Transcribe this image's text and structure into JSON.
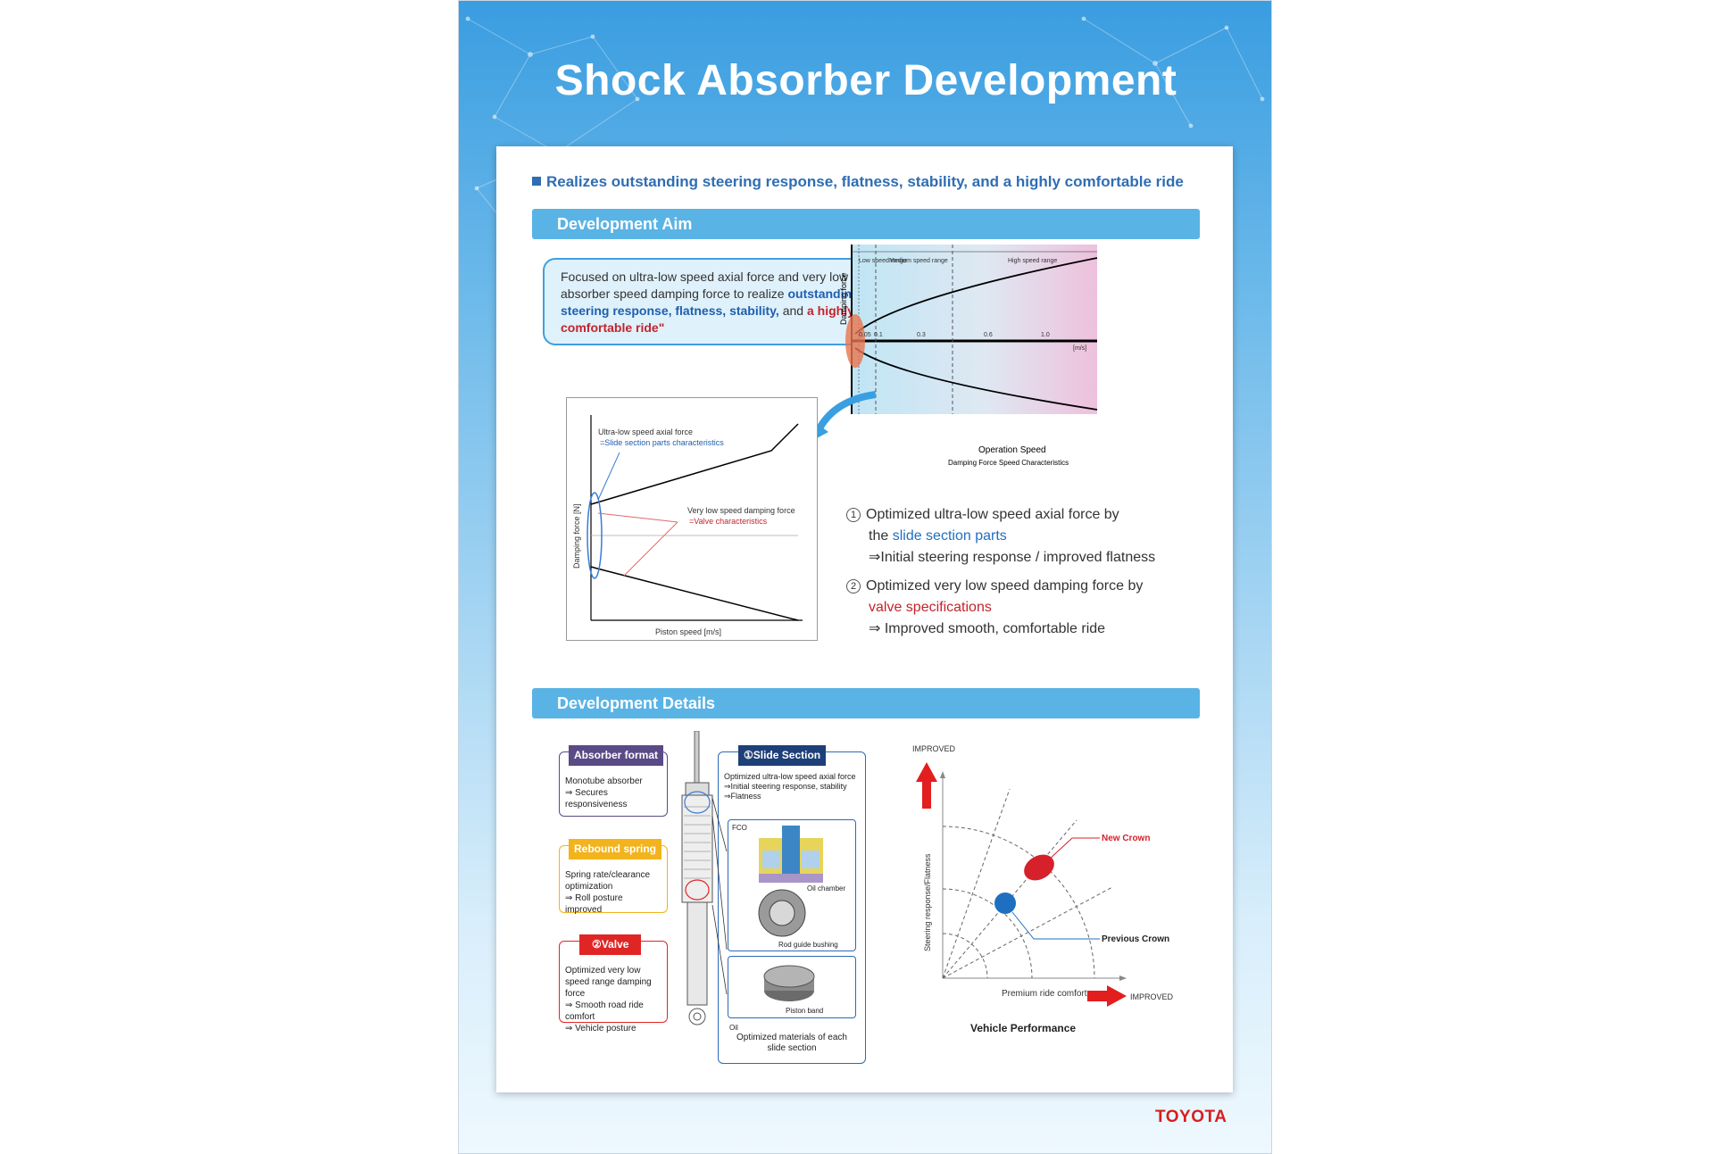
{
  "title": "Shock Absorber Development",
  "headline": "Realizes outstanding steering response, flatness, stability, and a highly comfortable ride",
  "aim": {
    "bar": "Development Aim",
    "callout": {
      "p1": "Focused on ultra-low speed axial force and very low absorber speed damping force to realize",
      "p2": "outstanding steering response, flatness, stability,",
      "p3": "and",
      "p4": "a highly comfortable ride\""
    },
    "speed_chart": {
      "ranges": [
        "Low speed range",
        "Medium speed range",
        "High speed range"
      ],
      "ticks": [
        "0.05",
        "0.1",
        "0.3",
        "0.6",
        "1.0"
      ],
      "unit": "[m/s]",
      "ylabel": "Damping force",
      "xlabel": "Operation Speed",
      "caption": "Damping Force Speed Characteristics"
    },
    "piston_chart": {
      "ylabel": "Damping force [N]",
      "xlabel": "Piston speed [m/s]",
      "ann1_a": "Ultra-low speed axial force",
      "ann1_b": "=Slide section parts characteristics",
      "ann2_a": "Very low speed damping force",
      "ann2_b": "=Valve characteristics"
    },
    "points": [
      {
        "num": "1",
        "a": "Optimized ultra-low speed axial force by",
        "b": "the",
        "c": "slide section parts",
        "d": "⇒Initial steering response / improved flatness"
      },
      {
        "num": "2",
        "a": "Optimized very low speed damping force by",
        "c": "valve specifications",
        "d": "⇒ Improved smooth, comfortable ride"
      }
    ]
  },
  "details": {
    "bar": "Development Details",
    "absorber": {
      "tag": "Absorber format",
      "l1": "Monotube absorber",
      "l2": "⇒ Secures responsiveness"
    },
    "rebound": {
      "tag": "Rebound spring",
      "l1": "Spring rate/clearance optimization",
      "l2": "⇒ Roll posture improved"
    },
    "valve": {
      "tag": "②Valve",
      "l1": "Optimized very low speed range damping force",
      "l2": "⇒ Smooth road ride comfort",
      "l3": "⇒ Vehicle posture"
    },
    "slide": {
      "tag": "①Slide Section",
      "l1": "Optimized ultra-low speed axial force",
      "l2": "⇒Initial steering response, stability",
      "l3": "⇒Flatness",
      "fco": "FCO",
      "oil_chamber": "Oil chamber",
      "rod": "Rod guide bushing",
      "piston": "Piston band",
      "oil": "Oil",
      "footer": "Optimized materials of each slide section"
    },
    "perf": {
      "improved_y": "IMPROVED",
      "ylabel": "Steering response/Flatness",
      "new": "New Crown",
      "prev": "Previous Crown",
      "xlabel": "Premium ride comfort",
      "improved_x": "IMPROVED",
      "caption": "Vehicle Performance"
    }
  },
  "brand": "TOYOTA"
}
